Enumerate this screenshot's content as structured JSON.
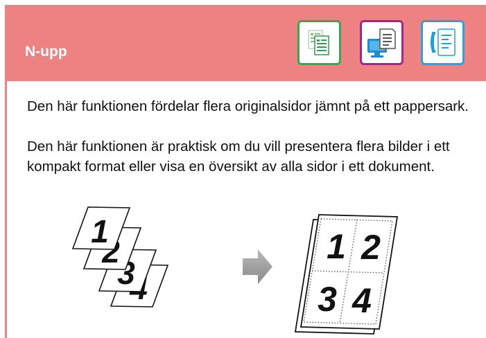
{
  "header": {
    "title": "N-upp",
    "colors": {
      "band": "#ee8282",
      "copy_mode": "#36a94f",
      "print_mode": "#a0278f",
      "fax_mode": "#2aa3dc"
    },
    "mode_icons": [
      "copy-mode-icon",
      "print-mode-icon",
      "fax-mode-icon"
    ]
  },
  "description": {
    "paragraph1": "Den här funktionen fördelar flera originalsidor jämnt på ett pappersark.",
    "paragraph2": "Den här funktionen är praktisk om du vill presentera flera bilder i ett kompakt format eller visa en översikt av alla sidor i ett dokument."
  },
  "illustration": {
    "original_pages": [
      "1",
      "2",
      "3",
      "4"
    ],
    "combined_page": [
      "1",
      "2",
      "3",
      "4"
    ]
  }
}
